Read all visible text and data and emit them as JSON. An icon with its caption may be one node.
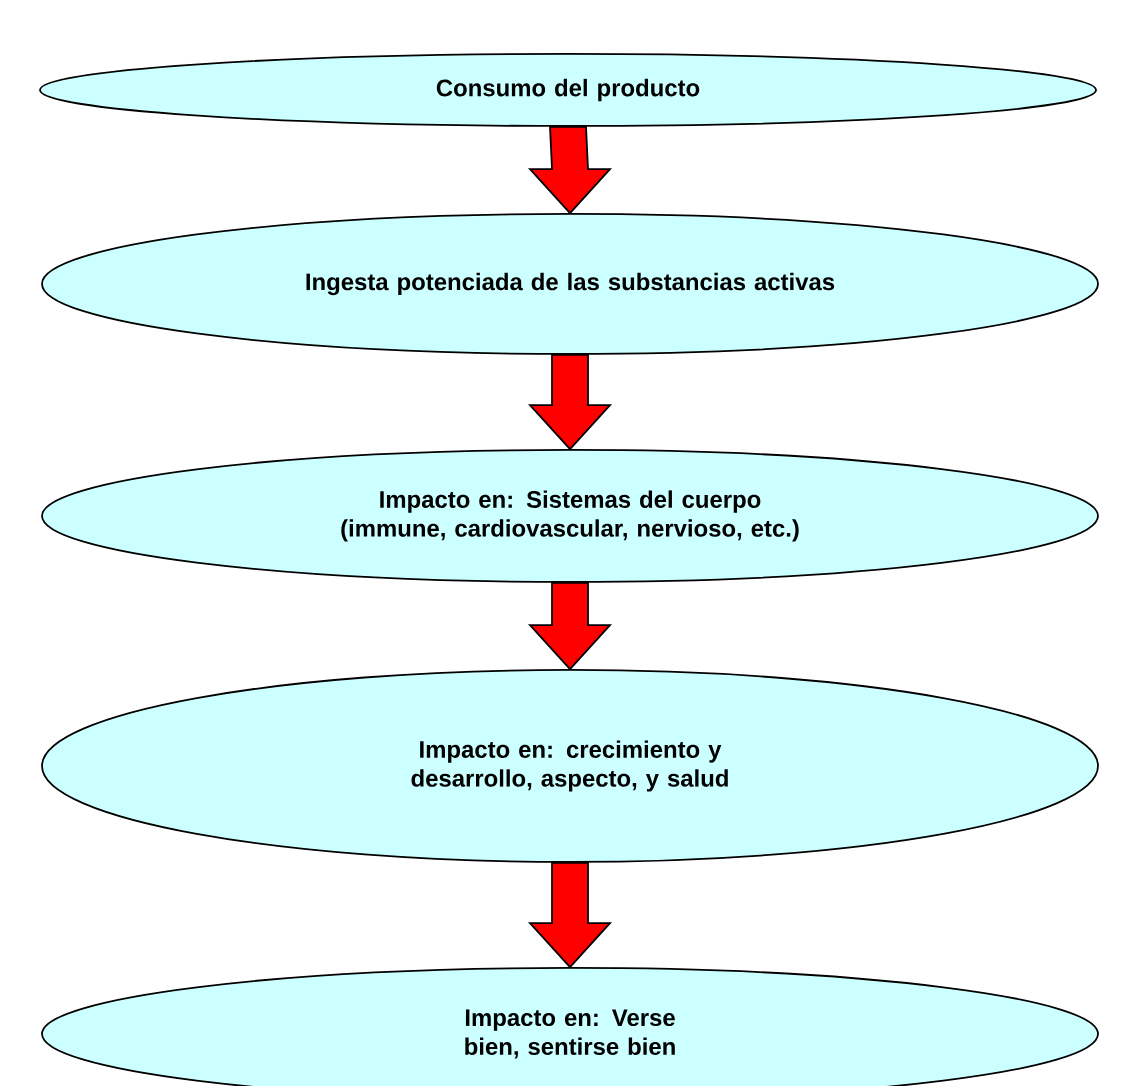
{
  "diagram": {
    "nodes": [
      {
        "text": [
          "Consumo del producto"
        ]
      },
      {
        "text": [
          "Ingesta potenciada de las substancias activas"
        ]
      },
      {
        "text": [
          "Impacto en: Sistemas del cuerpo (immune, cardiovascular, nervioso, etc.)"
        ]
      },
      {
        "text": [
          "Impacto en: crecimiento y desarrollo, aspecto, y salud"
        ]
      },
      {
        "text": [
          "Impacto en: Verse bien, sentirse bien"
        ]
      }
    ],
    "edges": [
      {
        "from": 0,
        "to": 1,
        "arrow": "to"
      },
      {
        "from": 1,
        "to": 2,
        "arrow": "to"
      },
      {
        "from": 2,
        "to": 3,
        "arrow": "to"
      },
      {
        "from": 3,
        "to": 4,
        "arrow": "to"
      }
    ]
  }
}
